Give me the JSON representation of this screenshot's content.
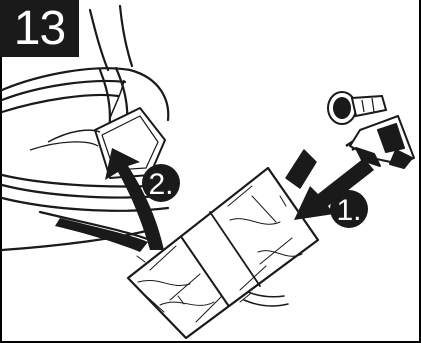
{
  "step": {
    "number": "13"
  },
  "callouts": [
    {
      "label": "1."
    },
    {
      "label": "2."
    }
  ],
  "colors": {
    "ink": "#1a1a1a",
    "background": "#ffffff"
  }
}
